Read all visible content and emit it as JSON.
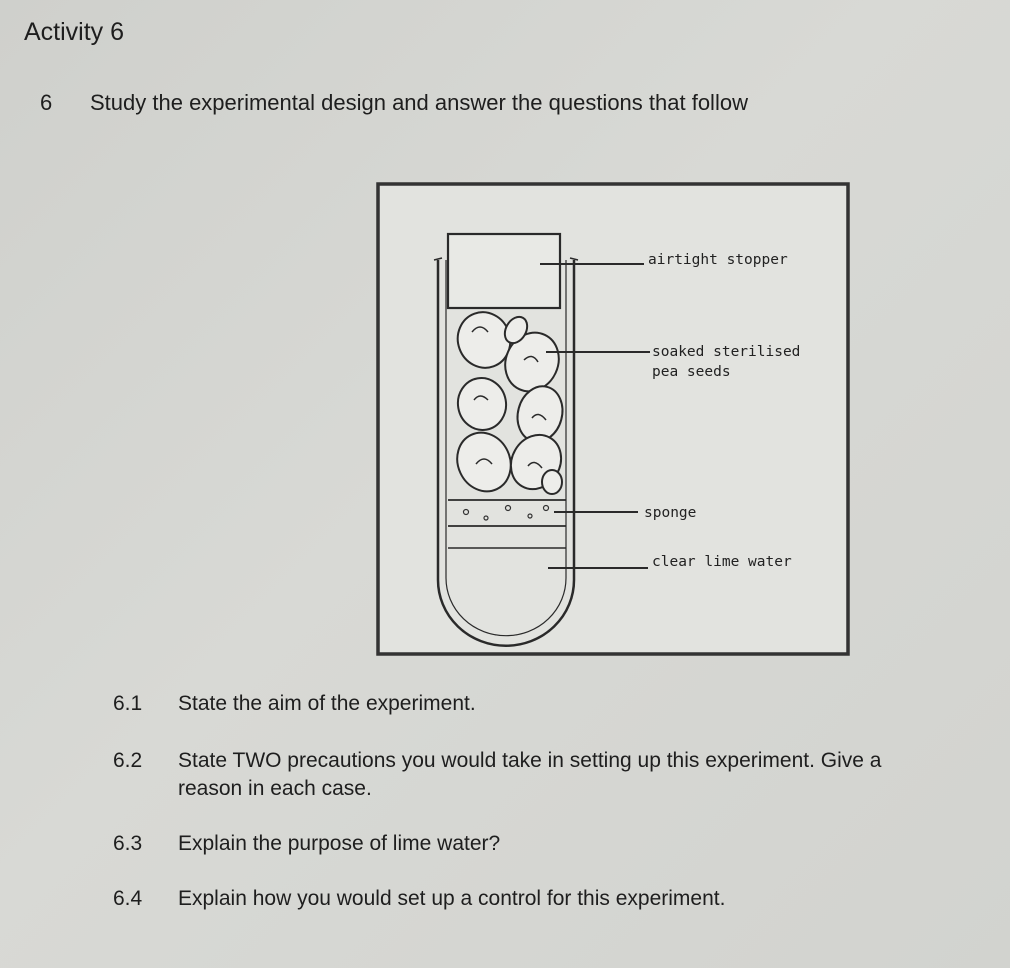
{
  "activity": {
    "title": "Activity 6"
  },
  "question": {
    "number": "6",
    "text": "Study the experimental design and answer the questions that follow"
  },
  "figure": {
    "labels": {
      "stopper": "airtight stopper",
      "seeds_line1": "soaked sterilised",
      "seeds_line2": "pea seeds",
      "sponge": "sponge",
      "lime_water": "clear lime water"
    }
  },
  "subquestions": [
    {
      "number": "6.1",
      "line1": "State the aim of the experiment.",
      "line2": ""
    },
    {
      "number": "6.2",
      "line1": "State TWO precautions you would take in setting up this experiment. Give a",
      "line2": "reason in each case."
    },
    {
      "number": "6.3",
      "line1": "Explain the purpose of lime water?",
      "line2": ""
    },
    {
      "number": "6.4",
      "line1": "Explain how you would set up a control for this experiment.",
      "line2": ""
    }
  ]
}
